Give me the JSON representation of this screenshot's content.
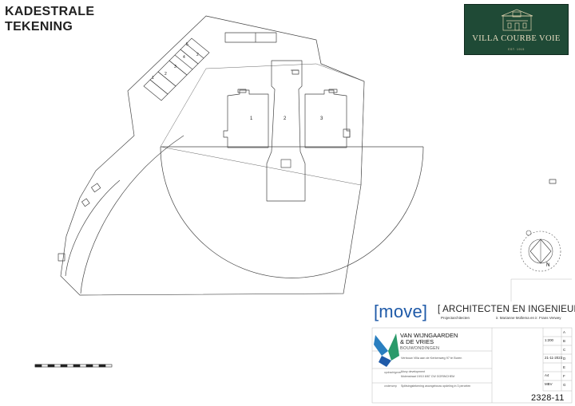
{
  "title": {
    "line1": "KADESTRALE",
    "line2": "TEKENING"
  },
  "logo": {
    "name": "VILLA COURBE VOIE",
    "established": "EST. 1915"
  },
  "plan": {
    "plots": [
      "1",
      "2",
      "3"
    ],
    "parking_numbers": [
      "1",
      "2",
      "3",
      "4",
      "5"
    ]
  },
  "firm": {
    "bracket_word": "[move]",
    "title": "[ ARCHITECTEN EN INGENIEURS",
    "subtitle": "Projectarchitecten",
    "names": "ir. Marianne Mollema en ir. Frans Verwey"
  },
  "developer": {
    "name_line1": "VAN WIJNGAARDEN",
    "name_line2": "& DE VRIES",
    "tagline": "BOUWONDINGEN"
  },
  "title_block": {
    "project": "Verbouw Villa aan de Kerkenweg 97 te Buren",
    "client_label": "opdrachtgever",
    "client": "Moxy development",
    "address": "Molenstraat 19/10 8/87 CW GORINCHEM",
    "content_label": "onderwerp",
    "content": "Splitsingstekening woongebouw opdeling in 3 percelen",
    "scale": "1:200",
    "date": "21-11-2023",
    "format": "A4",
    "drawn_by": "MBV",
    "rev_letters": [
      "A",
      "B",
      "C",
      "D",
      "E",
      "F",
      "G"
    ],
    "drawing_number": "2328-11"
  },
  "north": {
    "letter": "N"
  },
  "colors": {
    "logo_bg": "#1f4a36",
    "move_blue": "#1f5aa8",
    "brand_blue": "#2a7fc0",
    "brand_green": "#2a9a6a"
  }
}
